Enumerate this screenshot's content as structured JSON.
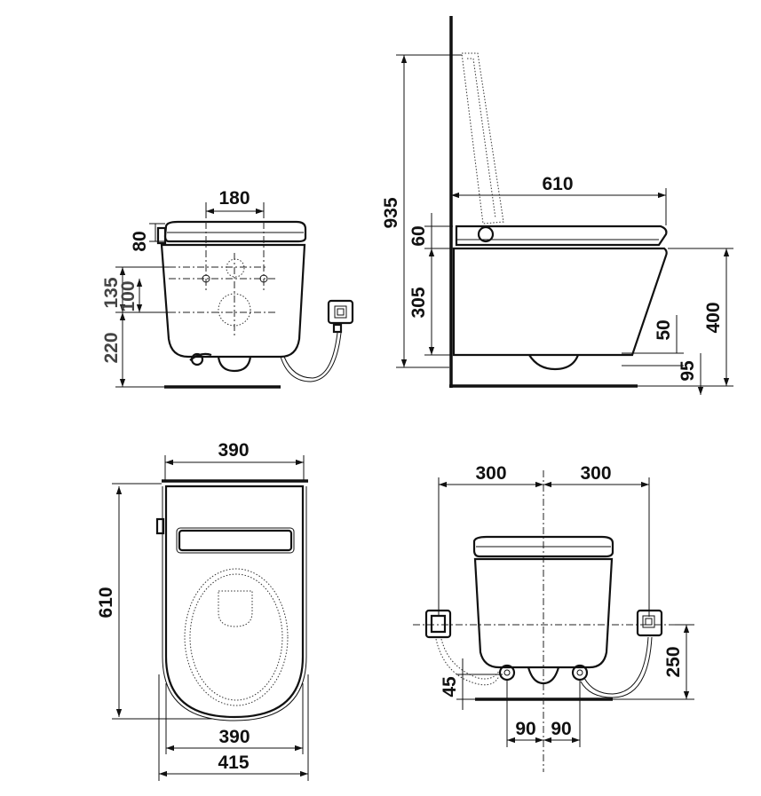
{
  "views": {
    "front": {
      "dims": {
        "hole_spacing": "180",
        "top_offset": "80",
        "upper_height": "135",
        "mid_height": "100",
        "floor_height": "220"
      }
    },
    "side": {
      "dims": {
        "total_height": "935",
        "depth": "610",
        "seat_height": "60",
        "body_height": "305",
        "bowl_height": "400",
        "outlet_offset": "50",
        "outlet_height": "95"
      }
    },
    "top": {
      "dims": {
        "width_top": "390",
        "length": "610",
        "width_inner": "390",
        "width_outer": "415"
      }
    },
    "rear": {
      "dims": {
        "left_half": "300",
        "right_half": "300",
        "socket_height": "250",
        "drain_height": "45",
        "left_spacing": "90",
        "right_spacing": "90"
      }
    }
  }
}
